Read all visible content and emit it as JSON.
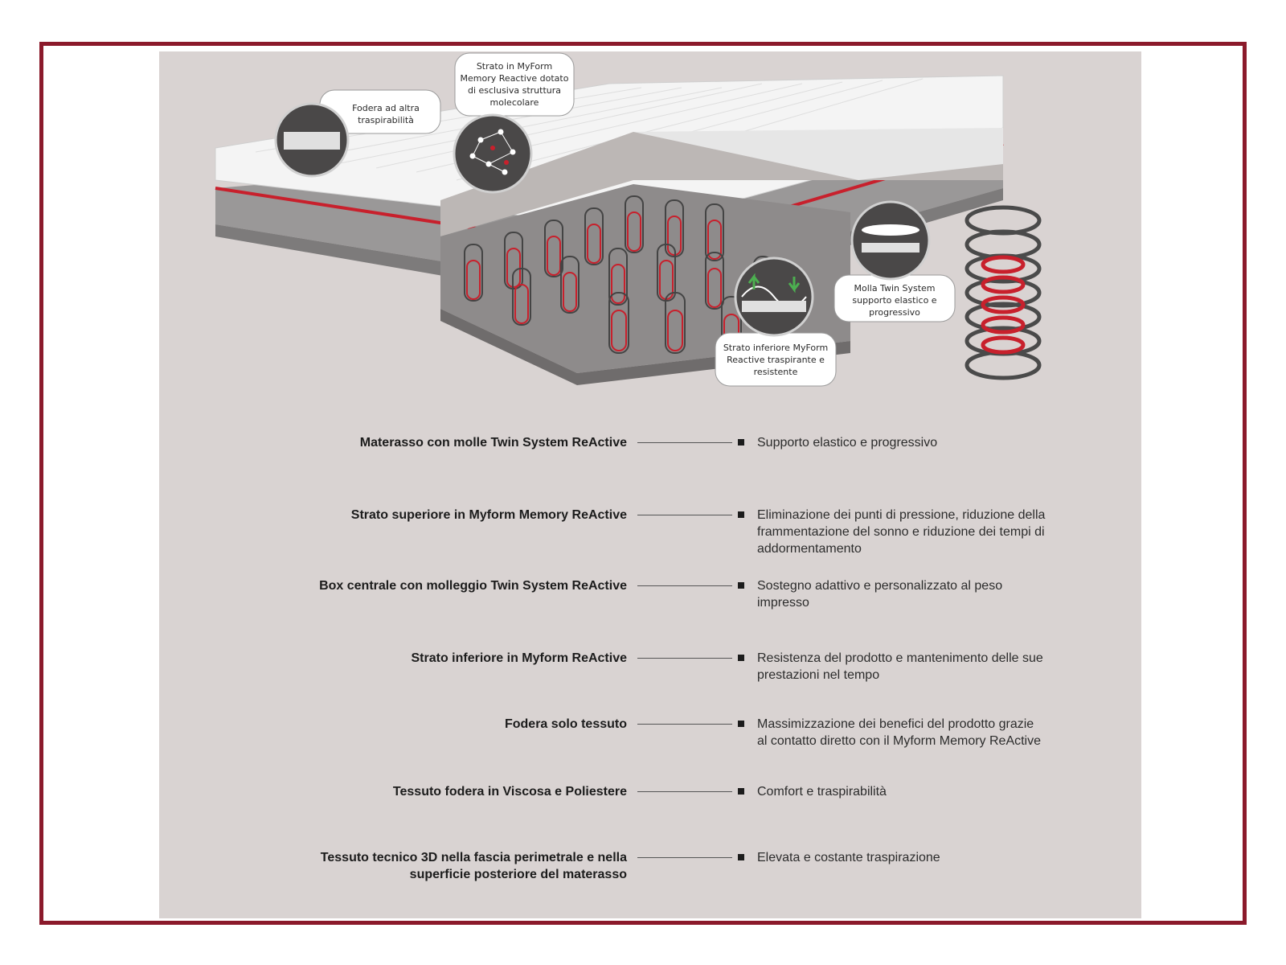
{
  "callouts": {
    "cover": [
      "Fodera ad altra",
      "traspirabilità"
    ],
    "top_layer": [
      "Strato in MyForm",
      "Memory Reactive dotato",
      "di esclusiva struttura",
      "molecolare"
    ],
    "bottom_layer": [
      "Strato inferiore MyForm",
      "Reactive traspirante e",
      "resistente"
    ],
    "spring": [
      "Molla Twin System",
      "supporto elastico e",
      "progressivo"
    ]
  },
  "features": [
    {
      "label": "Materasso con molle Twin System ReActive",
      "description": "Supporto elastico e progressivo"
    },
    {
      "label": "Strato superiore in Myform Memory ReActive",
      "description": "Eliminazione dei punti di pressione, riduzione della frammentazione del sonno e riduzione dei tempi di addormentamento"
    },
    {
      "label": "Box centrale con molleggio Twin System ReActive",
      "description": "Sostegno adattivo e personalizzato al peso impresso"
    },
    {
      "label": "Strato inferiore in Myform ReActive",
      "description": "Resistenza del prodotto e mantenimento delle sue prestazioni nel tempo"
    },
    {
      "label": "Fodera solo tessuto",
      "description": "Massimizzazione dei benefici del prodotto grazie al contatto diretto con il Myform Memory ReActive"
    },
    {
      "label": "Tessuto fodera in Viscosa e Poliestere",
      "description": "Comfort e traspirabilità"
    },
    {
      "label": "Tessuto tecnico 3D nella fascia perimetrale e nella superficie posteriore del materasso",
      "description": "Elevata e costante traspirazione"
    }
  ],
  "colors": {
    "frame": "#8b1a2b",
    "panel": "#d9d3d2",
    "accent_red": "#c8202c"
  }
}
